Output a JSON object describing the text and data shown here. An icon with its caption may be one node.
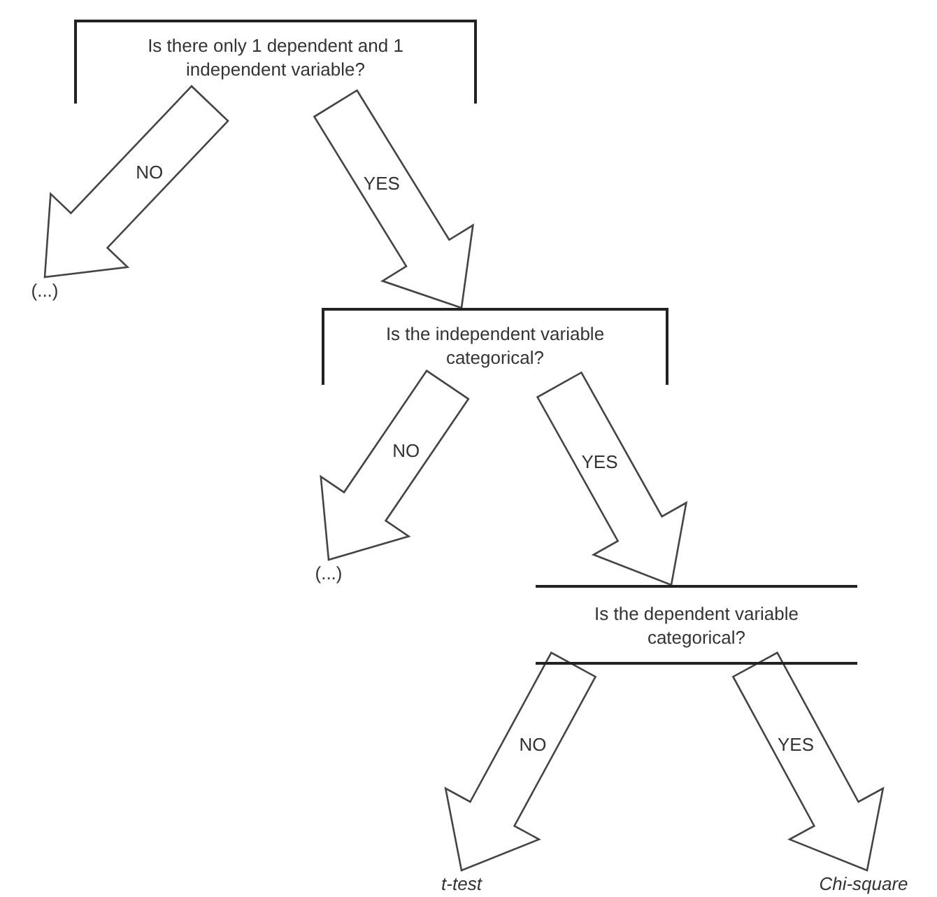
{
  "diagram": {
    "nodes": [
      {
        "text": [
          "Is there only 1 dependent and 1 independent variable?"
        ]
      },
      {
        "text": [
          "(...)"
        ]
      },
      {
        "text": [
          "Is the independent variable categorical?"
        ]
      },
      {
        "text": [
          "(...)"
        ]
      },
      {
        "text": [
          "Is the dependent variable categorical?"
        ]
      },
      {
        "text": [
          "t-test"
        ]
      },
      {
        "text": [
          "Chi-square"
        ]
      }
    ],
    "edges": [
      {
        "from": 0,
        "to": 1,
        "arrow": "to",
        "label": "NO"
      },
      {
        "from": 0,
        "to": 2,
        "arrow": "to",
        "label": "YES"
      },
      {
        "from": 2,
        "to": 3,
        "arrow": "to",
        "label": "NO"
      },
      {
        "from": 2,
        "to": 4,
        "arrow": "to",
        "label": "YES"
      },
      {
        "from": 4,
        "to": 5,
        "arrow": "to",
        "label": "NO"
      },
      {
        "from": 4,
        "to": 6,
        "arrow": "to",
        "label": "YES"
      }
    ]
  }
}
